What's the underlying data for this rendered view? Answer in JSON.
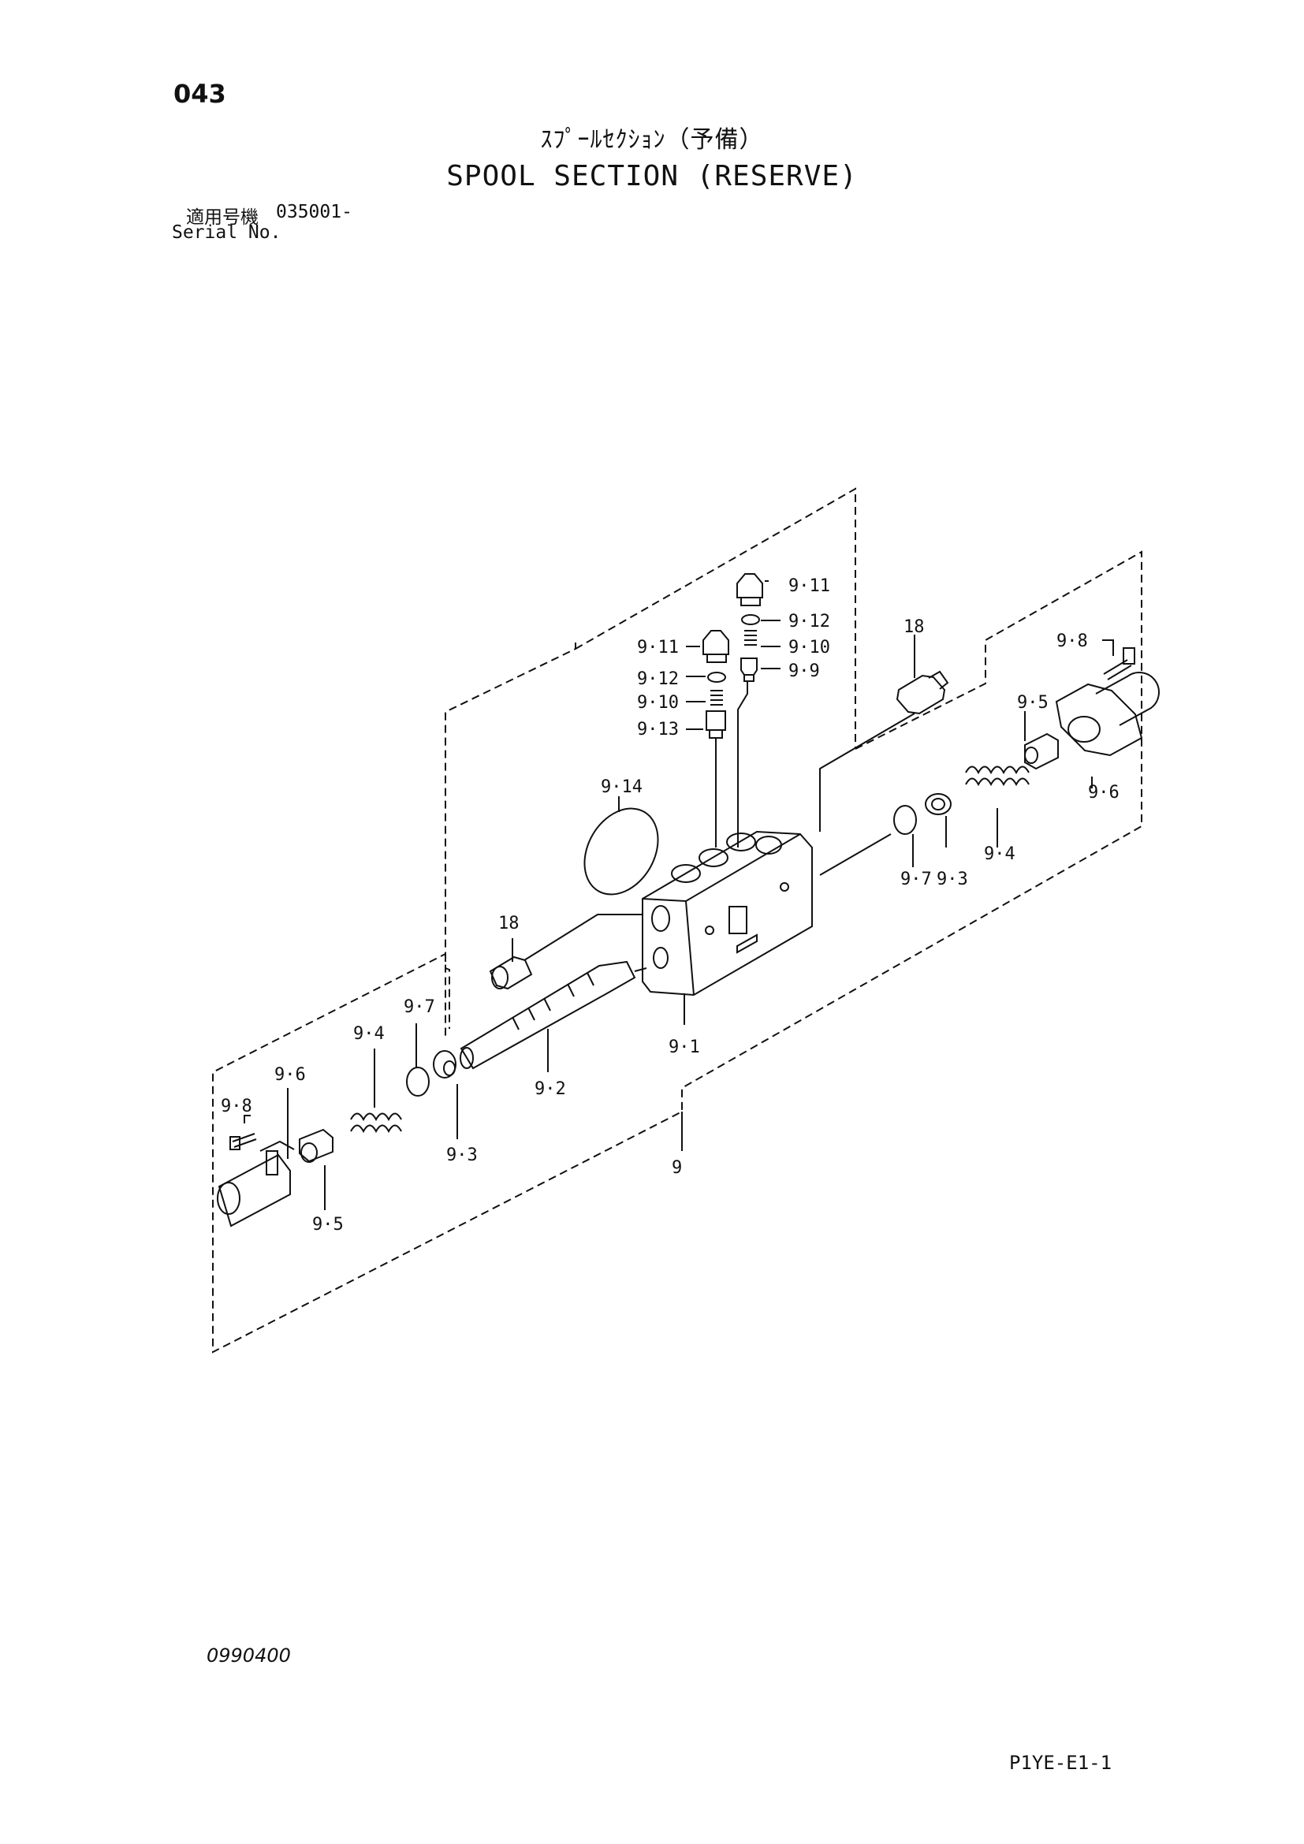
{
  "header": {
    "page_number": "043",
    "title_ja": "ｽﾌﾟｰﾙｾｸｼｮﾝ（予備）",
    "title_en": "SPOOL SECTION (RESERVE)",
    "serial_label_ja": "適用号機",
    "serial_value": "035001-",
    "serial_label_en": "Serial No."
  },
  "diagram": {
    "callouts": [
      "9·11",
      "9·12",
      "9·10",
      "9·9",
      "9·11",
      "9·12",
      "9·10",
      "9·13",
      "18",
      "9·8",
      "9·5",
      "9·6",
      "9·14",
      "9·7",
      "9·3",
      "9·4",
      "18",
      "9·1",
      "9·2",
      "9",
      "9·7",
      "9·4",
      "9·6",
      "9·8",
      "9·3",
      "9·5"
    ]
  },
  "footer": {
    "doc_code": "0990400",
    "page_code": "P1YE-E1-1"
  }
}
